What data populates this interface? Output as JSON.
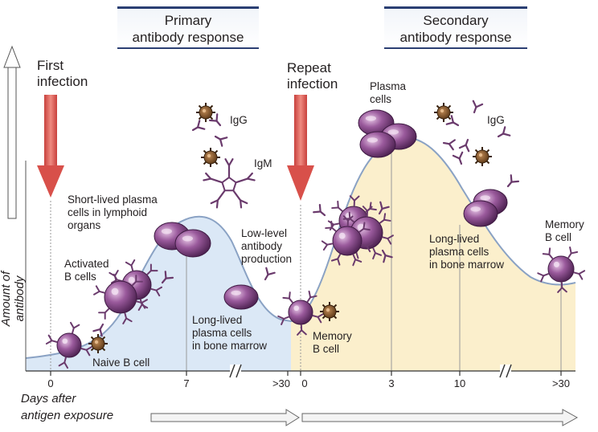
{
  "banners": {
    "primary": "Primary\nantibody response",
    "secondary": "Secondary\nantibody response"
  },
  "axis": {
    "y_label": "Amount of antibody",
    "x_label_line1": "Days after",
    "x_label_line2": "antigen exposure",
    "ticks": [
      "0",
      "7",
      ">30",
      "0",
      "3",
      "10",
      ">30"
    ]
  },
  "events": {
    "first_infection": "First\ninfection",
    "repeat_infection": "Repeat\ninfection"
  },
  "labels": {
    "naive_b_cell": "Naive B cell",
    "activated_b_cells": "Activated\nB cells",
    "short_lived_plasma": "Short-lived plasma\ncells in lymphoid\norgans",
    "igg_primary": "IgG",
    "igm": "IgM",
    "low_level": "Low-level\nantibody\nproduction",
    "long_lived_primary": "Long-lived\nplasma cells\nin bone marrow",
    "memory_b_cell_1": "Memory\nB cell",
    "plasma_cells": "Plasma\ncells",
    "igg_secondary": "IgG",
    "long_lived_secondary": "Long-lived\nplasma cells\nin bone marrow",
    "memory_b_cell_2": "Memory\nB cell"
  },
  "colors": {
    "primary_fill": "#dbe8f6",
    "secondary_fill": "#fbefcc",
    "curve": "#8aa2c4",
    "arrow": "#e0605a",
    "cell": "#8a4a8c",
    "banner_border": "#2b3f73"
  }
}
